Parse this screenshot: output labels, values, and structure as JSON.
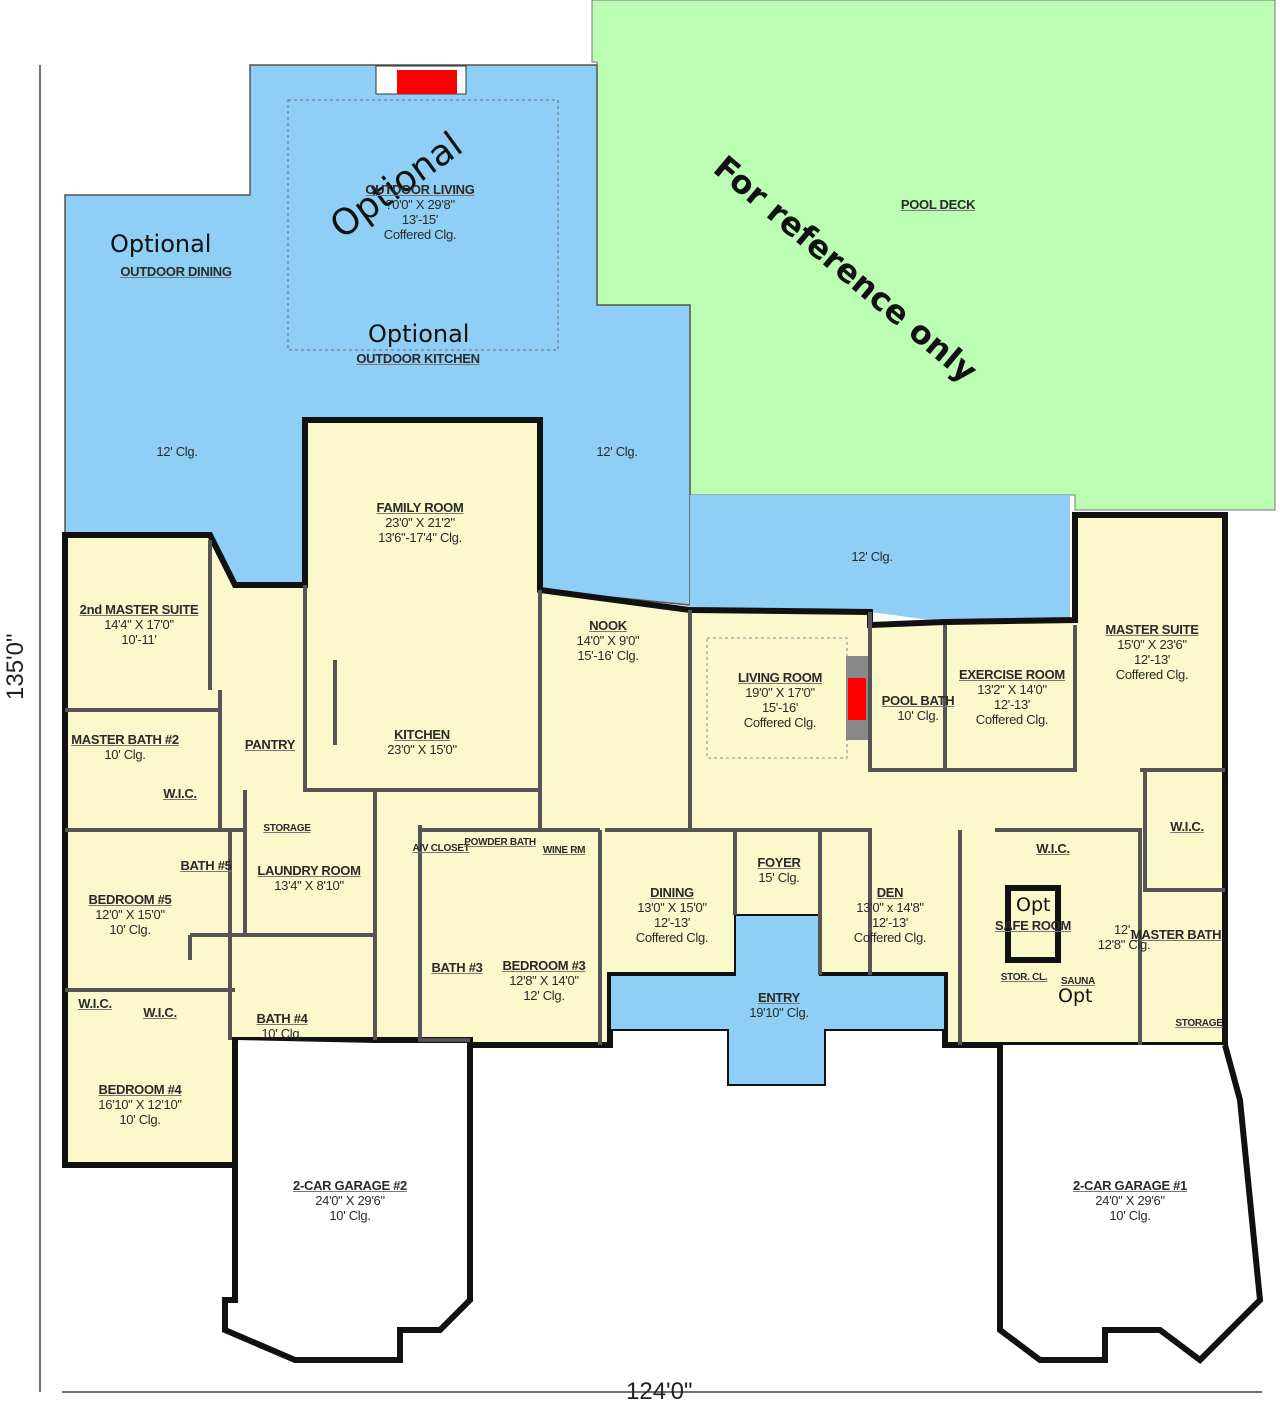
{
  "colors": {
    "outdoor_blue": "#8fcff5",
    "pool_deck_green": "#bbfdb2",
    "interior_cream": "#fbf8cc",
    "wall": "#111111",
    "fireplace_red": "#ff0000"
  },
  "dimensions": {
    "depth": "135'0\"",
    "width": "124'0\""
  },
  "annotations": {
    "optional_dining": "Optional",
    "optional_living": "Optional",
    "optional_kitchen": "Optional",
    "reference": "For reference only",
    "opt_safe_room": "Opt",
    "opt_sauna": "Opt"
  },
  "rooms": {
    "outdoor_dining": {
      "name": "OUTDOOR DINING"
    },
    "outdoor_living": {
      "name": "OUTDOOR LIVING",
      "dims": "?0'0\" X 29'8\"",
      "clg1": "13'-15'",
      "clg2": "Coffered Clg."
    },
    "outdoor_kitchen": {
      "name": "OUTDOOR KITCHEN"
    },
    "clg_left": {
      "clg1": "12' Clg."
    },
    "clg_mid": {
      "clg1": "12' Clg."
    },
    "clg_right": {
      "clg1": "12' Clg."
    },
    "pool_deck": {
      "name": "POOL DECK"
    },
    "family_room": {
      "name": "FAMILY ROOM",
      "dims": "23'0\" X 21'2\"",
      "clg1": "13'6\"-17'4\" Clg."
    },
    "second_master_suite": {
      "name": "2nd MASTER SUITE",
      "dims": "14'4\" X 17'0\"",
      "clg1": "10'-11'"
    },
    "nook": {
      "name": "NOOK",
      "dims": "14'0\" X 9'0\"",
      "clg1": "15'-16' Clg."
    },
    "living_room": {
      "name": "LIVING ROOM",
      "dims": "19'0\" X 17'0\"",
      "clg1": "15'-16'",
      "clg2": "Coffered Clg."
    },
    "pool_bath": {
      "name": "POOL BATH",
      "clg1": "10' Clg."
    },
    "exercise_room": {
      "name": "EXERCISE ROOM",
      "dims": "13'2\" X 14'0\"",
      "clg1": "12'-13'",
      "clg2": "Coffered Clg."
    },
    "master_suite": {
      "name": "MASTER SUITE",
      "dims": "15'0\" X 23'6\"",
      "clg1": "12'-13'",
      "clg2": "Coffered Clg."
    },
    "master_bath_2": {
      "name": "MASTER BATH #2",
      "clg1": "10' Clg."
    },
    "pantry": {
      "name": "PANTRY"
    },
    "kitchen": {
      "name": "KITCHEN",
      "dims": "23'0\" X 15'0\""
    },
    "wic_mb2": {
      "name": "W.I.C."
    },
    "wic_master_1": {
      "name": "W.I.C."
    },
    "wic_master_2": {
      "name": "W.I.C."
    },
    "wic_bed4_1": {
      "name": "W.I.C."
    },
    "wic_bed4_2": {
      "name": "W.I.C."
    },
    "storage_left": {
      "name": "STORAGE"
    },
    "storage_right": {
      "name": "STORAGE"
    },
    "laundry_room": {
      "name": "LAUNDRY ROOM",
      "dims": "13'4\" X 8'10\""
    },
    "av_closet": {
      "name": "A/V CLOSET"
    },
    "powder_bath": {
      "name": "POWDER BATH"
    },
    "wine_room": {
      "name": "WINE RM"
    },
    "bath_5": {
      "name": "BATH #5"
    },
    "bedroom_5": {
      "name": "BEDROOM #5",
      "dims": "12'0\" X 15'0\"",
      "clg1": "10' Clg."
    },
    "dining": {
      "name": "DINING",
      "dims": "13'0\" X 15'0\"",
      "clg1": "12'-13'",
      "clg2": "Coffered Clg."
    },
    "foyer": {
      "name": "FOYER",
      "clg1": "15' Clg."
    },
    "den": {
      "name": "DEN",
      "dims": "13'0\" x 14'8\"",
      "clg1": "12'-13'",
      "clg2": "Coffered Clg."
    },
    "safe_room": {
      "name": "SAFE ROOM"
    },
    "master_bath": {
      "name": "MASTER BATH"
    },
    "master_bath_clg": {
      "clg1": "12'-",
      "clg2": "12'8\" Clg."
    },
    "bath_3": {
      "name": "BATH #3"
    },
    "bedroom_3": {
      "name": "BEDROOM #3",
      "dims": "12'8\" X 14'0\"",
      "clg1": "12' Clg."
    },
    "stor_cl": {
      "name": "STOR. CL."
    },
    "sauna": {
      "name": "SAUNA"
    },
    "bath_4": {
      "name": "BATH #4",
      "clg1": "10' Clg."
    },
    "entry": {
      "name": "ENTRY",
      "clg1": "19'10\" Clg."
    },
    "bedroom_4": {
      "name": "BEDROOM #4",
      "dims": "16'10\" X 12'10\"",
      "clg1": "10' Clg."
    },
    "garage_2": {
      "name": "2-CAR GARAGE #2",
      "dims": "24'0\" X 29'6\"",
      "clg1": "10' Clg."
    },
    "garage_1": {
      "name": "2-CAR GARAGE #1",
      "dims": "24'0\" X 29'6\"",
      "clg1": "10' Clg."
    }
  }
}
